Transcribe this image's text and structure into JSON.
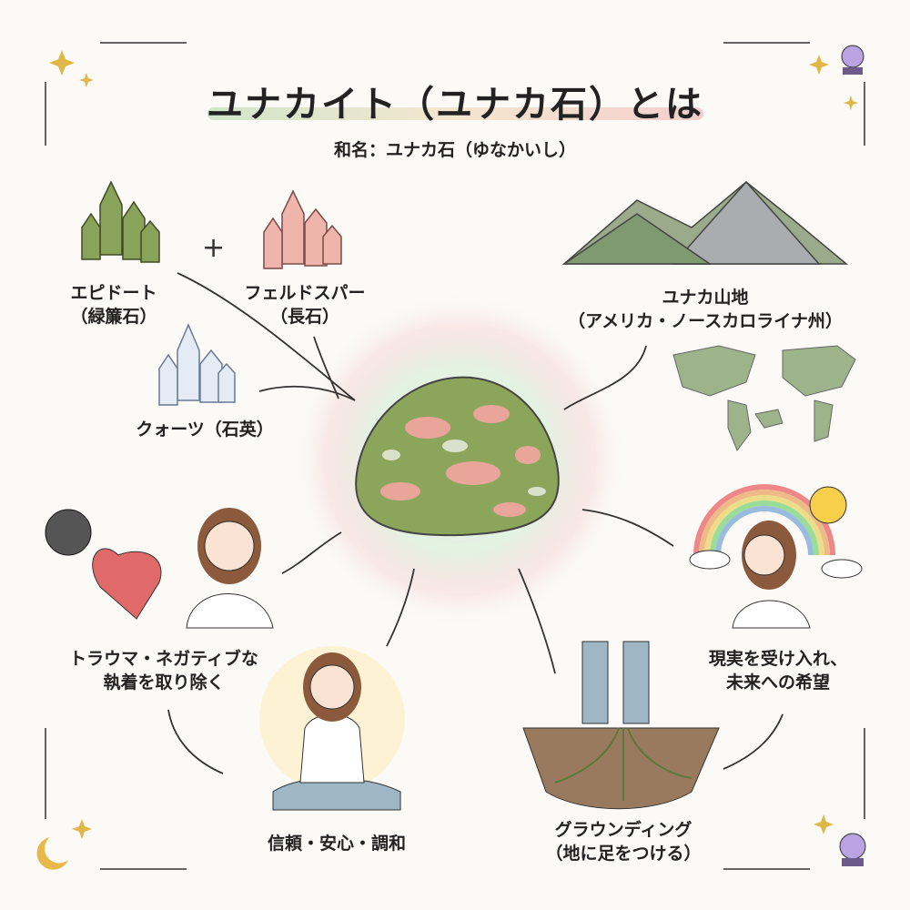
{
  "title": "ユナカイト（ユナカ石）とは",
  "subtitle": "和名：ユナカ石（ゆなかいし）",
  "components": {
    "plus": "+",
    "epidote": {
      "name": "エピドート",
      "jp": "（緑簾石）"
    },
    "feldspar": {
      "name": "フェルドスパー",
      "jp": "（長石）"
    },
    "quartz": {
      "name": "クォーツ（石英）"
    }
  },
  "origin": {
    "line1": "ユナカ山地",
    "line2": "（アメリカ・ノースカロライナ州）"
  },
  "effects": {
    "trauma": {
      "line1": "トラウマ・ネガティブな",
      "line2": "執着を取り除く"
    },
    "trust": "信頼・安心・調和",
    "grounding": {
      "line1": "グラウンディング",
      "line2": "（地に足をつける）"
    },
    "hope": {
      "line1": "現実を受け入れ、",
      "line2": "未来への希望"
    }
  },
  "colors": {
    "epidote": "#7f9a4a",
    "feldspar": "#e9a59a",
    "accent_green": "#c9e2c3",
    "accent_pink": "#f2c7c7"
  }
}
